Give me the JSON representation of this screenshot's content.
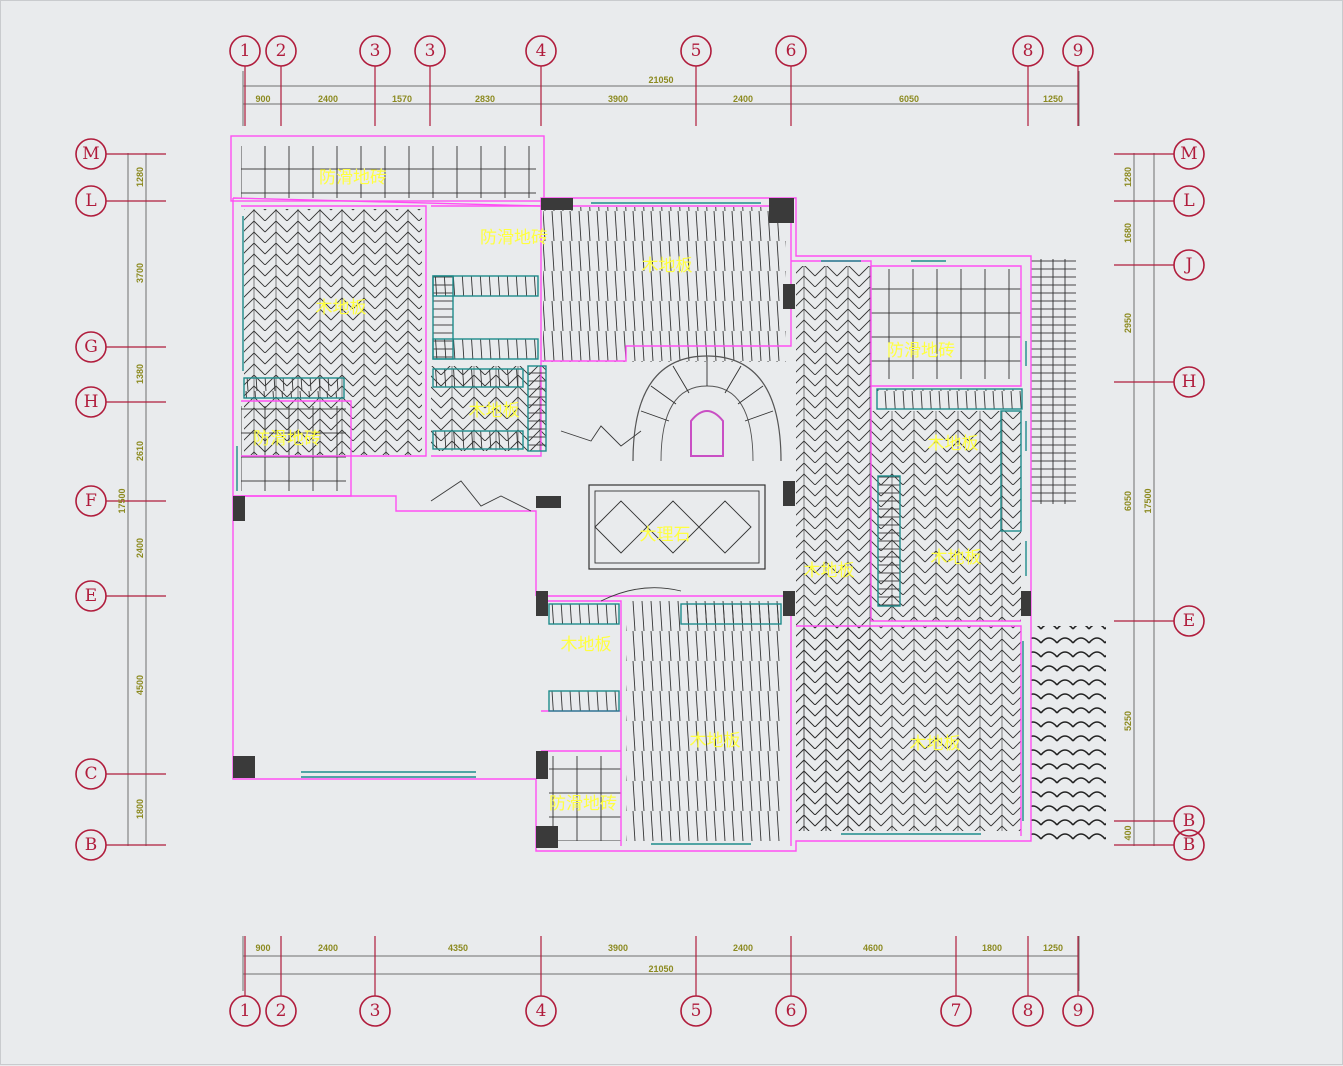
{
  "axes": {
    "top": [
      "1",
      "2",
      "3",
      "3",
      "4",
      "5",
      "6",
      "8",
      "9"
    ],
    "bottom": [
      "1",
      "2",
      "3",
      "4",
      "5",
      "6",
      "7",
      "8",
      "9"
    ],
    "left": [
      "M",
      "L",
      "G",
      "H",
      "F",
      "E",
      "C",
      "B"
    ],
    "right": [
      "M",
      "L",
      "J",
      "H",
      "E",
      "B",
      "B"
    ]
  },
  "dimensions": {
    "top_total": "21050",
    "top_segments": [
      "900",
      "2400",
      "1570",
      "2830",
      "3900",
      "2400",
      "6050",
      "1250"
    ],
    "bottom_total": "21050",
    "bottom_segments": [
      "900",
      "2400",
      "4350",
      "3900",
      "2400",
      "4600",
      "1800",
      "1250"
    ],
    "left_total": "17500",
    "left_segments": [
      "1280",
      "3700",
      "1380",
      "2610",
      "2400",
      "4500",
      "1800"
    ],
    "right_total": "17500",
    "right_segments": [
      "1280",
      "1680",
      "2950",
      "6050",
      "5250",
      "400"
    ]
  },
  "rooms": {
    "balcony_top": "防滑地砖",
    "left_bedroom": "木地板",
    "bath_left": "防滑地砖",
    "bath_small": "防滑地砖",
    "top_center": "木地板",
    "closet": "木地板",
    "marble": "大理石",
    "corridor_right": "木地板",
    "bath_right": "防滑地砖",
    "right_room_upper": "木地板",
    "right_room_lower": "木地板",
    "closet_lower": "木地板",
    "bottom_center": "木地板",
    "bottom_right": "木地板",
    "bath_bottom": "防滑地砖"
  },
  "colors": {
    "axis": "#b01c3c",
    "wall": "#ff4ff3",
    "label": "#ffff40",
    "dimension_text": "#8c8a20",
    "hatch": "#3a3a3a"
  }
}
